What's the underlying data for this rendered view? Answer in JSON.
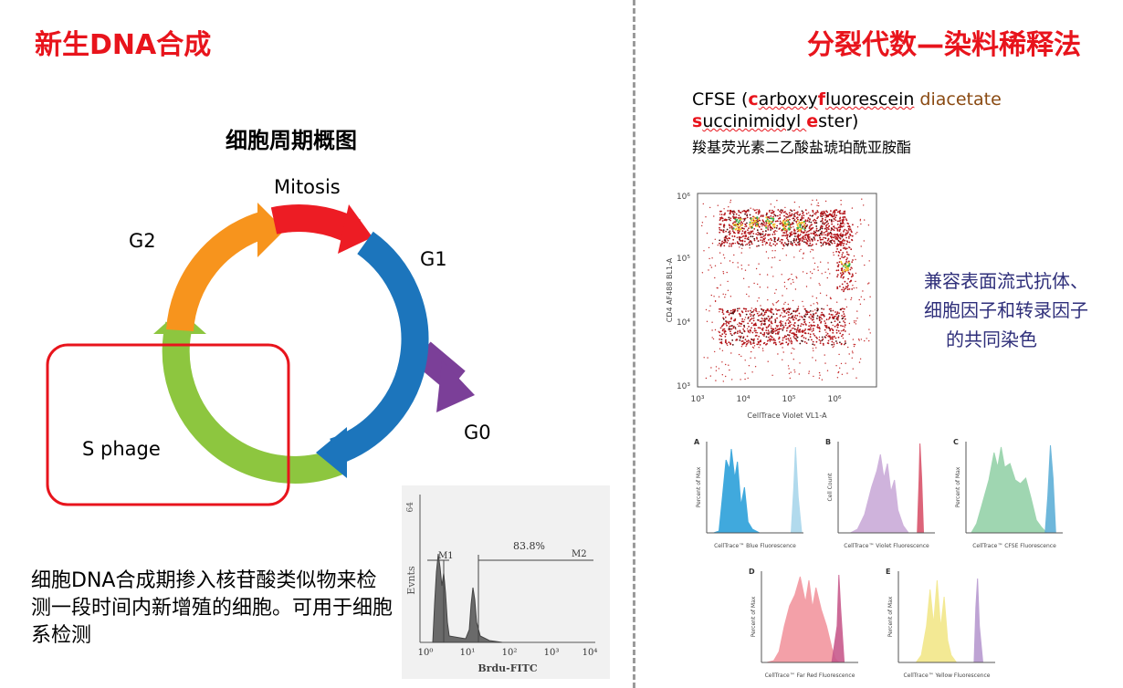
{
  "left": {
    "title": "新生DNA合成",
    "diagram_title": "细胞周期概图",
    "phases": {
      "mitosis": "Mitosis",
      "g1": "G1",
      "g2": "G2",
      "g0": "G0",
      "s": "S phage"
    },
    "description": "细胞DNA合成期掺入核苷酸类似物来检测一段时间内新增殖的细胞。可用于细胞系检测",
    "histogram": {
      "y_label": "Evnts",
      "y_max": "64",
      "x_label": "Brdu-FITC",
      "x_ticks": [
        "10⁰",
        "10¹",
        "10²",
        "10³",
        "10⁴"
      ],
      "markers": {
        "m1": "M1",
        "m2": "M2",
        "percent": "83.8%"
      }
    }
  },
  "right": {
    "title": "分裂代数—染料稀释法",
    "cfse": {
      "abbr": "CFSE",
      "line1_parts": [
        "(",
        "c",
        "arboxy",
        "f",
        "luorescein",
        " diacetate"
      ],
      "line2_parts": [
        "s",
        "uccinimidyl ",
        "e",
        "ster)"
      ],
      "chinese_name": "羧基荧光素二乙酸盐琥珀酰亚胺酯"
    },
    "note_lines": [
      "兼容表面流式抗体、",
      "细胞因子和转录因子",
      "的共同染色"
    ],
    "dot_plot": {
      "x_label": "CellTrace Violet VL1-A",
      "y_label": "CD4 AF488 BL1-A",
      "x_ticks": [
        "10³",
        "10⁴",
        "10⁵",
        "10⁶"
      ],
      "y_ticks": [
        "10³",
        "10⁴",
        "10⁵",
        "10⁶"
      ]
    },
    "panels": [
      {
        "letter": "A",
        "y_label": "Percent of Max",
        "x_label": "CellTrace™ Blue Fluorescence",
        "color": "#1f9bd8",
        "accent": "#a9d6ec"
      },
      {
        "letter": "B",
        "y_label": "Cell Count",
        "x_label": "CellTrace™ Violet Fluorescence",
        "color": "#c7a6d6",
        "accent": "#d9546b"
      },
      {
        "letter": "C",
        "y_label": "Percent of Max",
        "x_label": "CellTrace™ CFSE Fluorescence",
        "color": "#8fcfa4",
        "accent": "#5fb0d8"
      },
      {
        "letter": "D",
        "y_label": "Percent of Max",
        "x_label": "CellTrace™ Far Red Fluorescence",
        "color": "#f2909a",
        "accent": "#c85a8c"
      },
      {
        "letter": "E",
        "y_label": "Percent of Max",
        "x_label": "CellTrace™ Yellow Fluorescence",
        "color": "#f2e682",
        "accent": "#b79ad0"
      }
    ]
  }
}
